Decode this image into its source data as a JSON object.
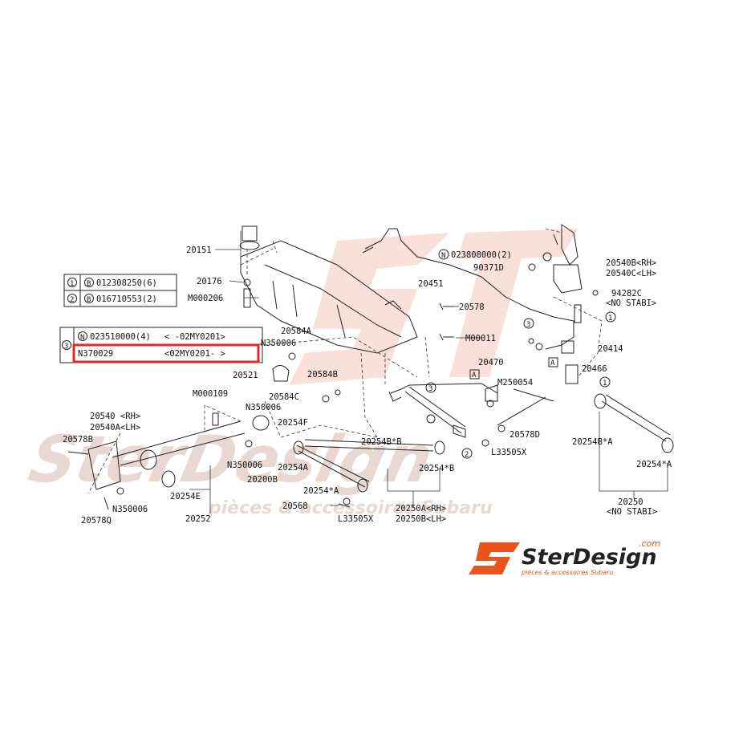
{
  "legend": {
    "rows": [
      {
        "num": "1",
        "prefix": "B",
        "code": "012308250(6)"
      },
      {
        "num": "2",
        "prefix": "B",
        "code": "016710553(2)"
      }
    ],
    "group3": {
      "num": "3",
      "rows": [
        {
          "prefix": "N",
          "code": "023510000(4)",
          "range": "<   -02MY0201>"
        },
        {
          "code": "N370029",
          "range": "<02MY0201-    >"
        }
      ]
    }
  },
  "callouts": {
    "c1": "1",
    "c2": "2",
    "c3": "3",
    "boxA": "A"
  },
  "labels": [
    {
      "id": "p20151",
      "text": "20151"
    },
    {
      "id": "p20176",
      "text": "20176"
    },
    {
      "id": "pM000206",
      "text": "M000206"
    },
    {
      "id": "p20451",
      "text": "20451"
    },
    {
      "id": "pN023808000",
      "text": "N"
    },
    {
      "id": "pN023808000code",
      "text": "023808000(2)"
    },
    {
      "id": "p90371D",
      "text": "90371D"
    },
    {
      "id": "p20540B",
      "text": "20540B<RH>"
    },
    {
      "id": "p20540C",
      "text": "20540C<LH>"
    },
    {
      "id": "p94282C",
      "text": "94282C"
    },
    {
      "id": "pNoStabi1",
      "text": "<NO STABI>"
    },
    {
      "id": "p20578",
      "text": "20578"
    },
    {
      "id": "p20584A",
      "text": "20584A"
    },
    {
      "id": "pN350006a",
      "text": "N350006"
    },
    {
      "id": "pM00011",
      "text": "M00011"
    },
    {
      "id": "p20414",
      "text": "20414"
    },
    {
      "id": "p20470",
      "text": "20470"
    },
    {
      "id": "pM250054",
      "text": "M250054"
    },
    {
      "id": "p20466",
      "text": "20466"
    },
    {
      "id": "p20521",
      "text": "20521"
    },
    {
      "id": "p20584B",
      "text": "20584B"
    },
    {
      "id": "p20584C",
      "text": "20584C"
    },
    {
      "id": "pN350006b",
      "text": "N350006"
    },
    {
      "id": "pM000109",
      "text": "M000109"
    },
    {
      "id": "p20254F",
      "text": "20254F"
    },
    {
      "id": "p20540RH",
      "text": "20540 <RH>"
    },
    {
      "id": "p20540ALH",
      "text": "20540A<LH>"
    },
    {
      "id": "p20578B",
      "text": "20578B"
    },
    {
      "id": "p20254BxB",
      "text": "20254B*B"
    },
    {
      "id": "p20578D",
      "text": "20578D"
    },
    {
      "id": "p20254BxA",
      "text": "20254B*A"
    },
    {
      "id": "pL33505Xa",
      "text": "L33505X"
    },
    {
      "id": "pN350006c",
      "text": "N350006"
    },
    {
      "id": "p20254A",
      "text": "20254A"
    },
    {
      "id": "p20254xB",
      "text": "20254*B"
    },
    {
      "id": "p20254xA2",
      "text": "20254*A"
    },
    {
      "id": "p20200B",
      "text": "20200B"
    },
    {
      "id": "p20254xA",
      "text": "20254*A"
    },
    {
      "id": "pN350006d",
      "text": "N350006"
    },
    {
      "id": "p20254E",
      "text": "20254E"
    },
    {
      "id": "p20568",
      "text": "20568"
    },
    {
      "id": "p20250",
      "text": "20250"
    },
    {
      "id": "pNoStabi2",
      "text": "<NO STABI>"
    },
    {
      "id": "p20578Q",
      "text": "20578Q"
    },
    {
      "id": "p20252",
      "text": "20252"
    },
    {
      "id": "pL33505Xb",
      "text": "L33505X"
    },
    {
      "id": "p20250A",
      "text": "20250A<RH>"
    },
    {
      "id": "p20250B",
      "text": "20250B<LH>"
    }
  ],
  "logo": {
    "brand": "SterDesign",
    "suffix": ".com",
    "tagline": "pièces & accessoires Subaru"
  },
  "watermark": {
    "text": "SterDesign",
    "tagline": "pièces & accessoires Subaru"
  },
  "colors": {
    "highlight": "#e3242b",
    "brand": "#e8541c"
  }
}
